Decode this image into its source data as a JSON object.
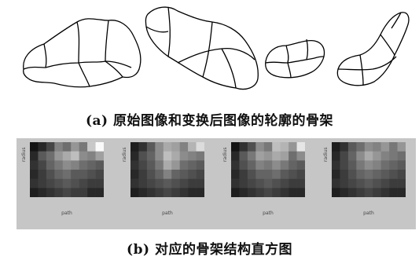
{
  "figure": {
    "caption_a": "(a) 原始图像和变换后图像的轮廓的骨架",
    "caption_b": "(b) 对应的骨架结构直方图",
    "histograms": [
      {
        "ylabel": "radius",
        "xlabel": "path"
      },
      {
        "ylabel": "radius",
        "xlabel": "path"
      },
      {
        "ylabel": "radius",
        "xlabel": "path"
      },
      {
        "ylabel": "radius",
        "xlabel": "path"
      }
    ]
  },
  "chart_data": [
    {
      "type": "heatmap",
      "xlabel": "path",
      "ylabel": "radius",
      "values": [
        [
          20,
          40,
          70,
          130,
          110,
          150,
          120,
          200,
          250
        ],
        [
          40,
          90,
          110,
          150,
          170,
          190,
          140,
          130,
          160
        ],
        [
          50,
          70,
          100,
          120,
          140,
          130,
          110,
          100,
          90
        ],
        [
          40,
          60,
          80,
          100,
          110,
          90,
          90,
          80,
          70
        ],
        [
          50,
          60,
          70,
          80,
          90,
          80,
          70,
          60,
          60
        ],
        [
          30,
          40,
          50,
          60,
          70,
          60,
          60,
          40,
          40
        ]
      ]
    },
    {
      "type": "heatmap",
      "xlabel": "path",
      "ylabel": "radius",
      "values": [
        [
          30,
          50,
          90,
          140,
          170,
          160,
          130,
          180,
          220
        ],
        [
          40,
          80,
          100,
          140,
          190,
          170,
          140,
          130,
          120
        ],
        [
          50,
          70,
          90,
          120,
          170,
          150,
          110,
          100,
          90
        ],
        [
          40,
          60,
          80,
          100,
          130,
          100,
          90,
          80,
          70
        ],
        [
          50,
          60,
          70,
          80,
          90,
          80,
          70,
          60,
          60
        ],
        [
          30,
          40,
          50,
          60,
          70,
          60,
          50,
          40,
          40
        ]
      ]
    },
    {
      "type": "heatmap",
      "xlabel": "path",
      "ylabel": "radius",
      "values": [
        [
          20,
          50,
          80,
          140,
          120,
          190,
          180,
          150,
          230
        ],
        [
          40,
          90,
          120,
          160,
          150,
          170,
          160,
          110,
          140
        ],
        [
          50,
          80,
          100,
          130,
          120,
          140,
          120,
          100,
          90
        ],
        [
          40,
          60,
          80,
          100,
          100,
          110,
          90,
          80,
          70
        ],
        [
          50,
          60,
          70,
          80,
          90,
          80,
          70,
          60,
          60
        ],
        [
          30,
          40,
          50,
          60,
          70,
          60,
          50,
          40,
          40
        ]
      ]
    },
    {
      "type": "heatmap",
      "xlabel": "path",
      "ylabel": "radius",
      "values": [
        [
          30,
          50,
          90,
          110,
          140,
          130,
          150,
          120,
          150
        ],
        [
          40,
          70,
          100,
          140,
          170,
          150,
          130,
          120,
          110
        ],
        [
          50,
          70,
          90,
          120,
          140,
          130,
          110,
          100,
          90
        ],
        [
          40,
          60,
          80,
          100,
          110,
          100,
          90,
          80,
          70
        ],
        [
          50,
          60,
          70,
          80,
          90,
          80,
          70,
          60,
          60
        ],
        [
          30,
          40,
          50,
          60,
          70,
          60,
          50,
          40,
          40
        ]
      ]
    }
  ]
}
